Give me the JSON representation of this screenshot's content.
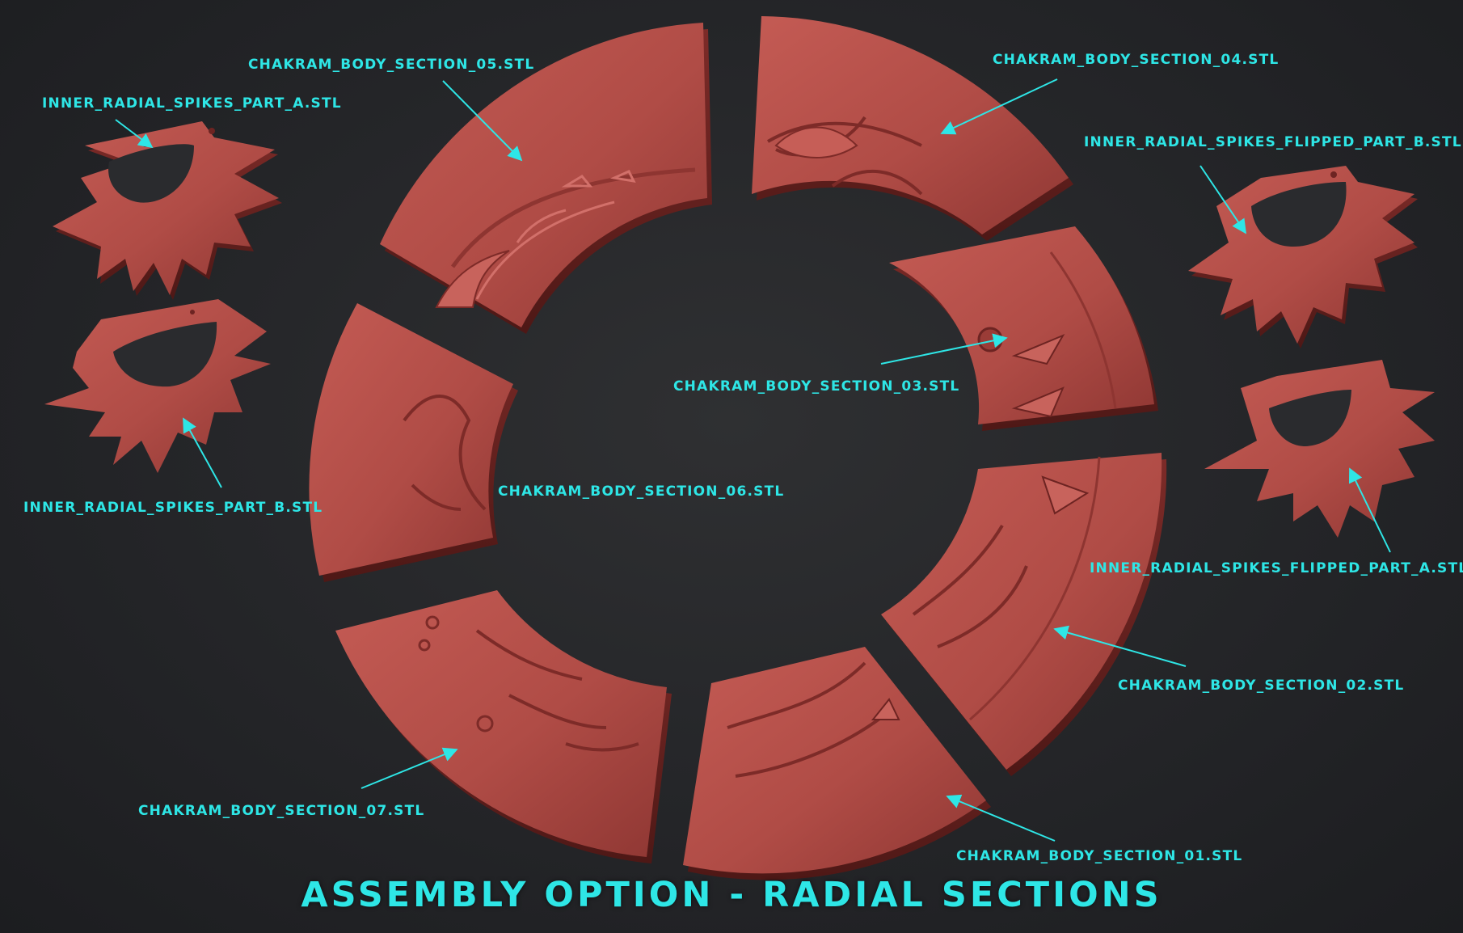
{
  "title": "ASSEMBLY OPTION - RADIAL SECTIONS",
  "colors": {
    "part": "#b3504a",
    "part_dark": "#7a2a27",
    "part_light": "#c9645c",
    "label": "#2ee6e6",
    "background": "#26272a"
  },
  "labels": {
    "section_01": "CHAKRAM_BODY_SECTION_01.STL",
    "section_02": "CHAKRAM_BODY_SECTION_02.STL",
    "section_03": "CHAKRAM_BODY_SECTION_03.STL",
    "section_04": "CHAKRAM_BODY_SECTION_04.STL",
    "section_05": "CHAKRAM_BODY_SECTION_05.STL",
    "section_06": "CHAKRAM_BODY_SECTION_06.STL",
    "section_07": "CHAKRAM_BODY_SECTION_07.STL",
    "spikes_a": "INNER_RADIAL_SPIKES_PART_A.STL",
    "spikes_b": "INNER_RADIAL_SPIKES_PART_B.STL",
    "spikes_flipped_a": "INNER_RADIAL_SPIKES_FLIPPED_PART_A.STL",
    "spikes_flipped_b": "INNER_RADIAL_SPIKES_FLIPPED_PART_B.STL"
  }
}
